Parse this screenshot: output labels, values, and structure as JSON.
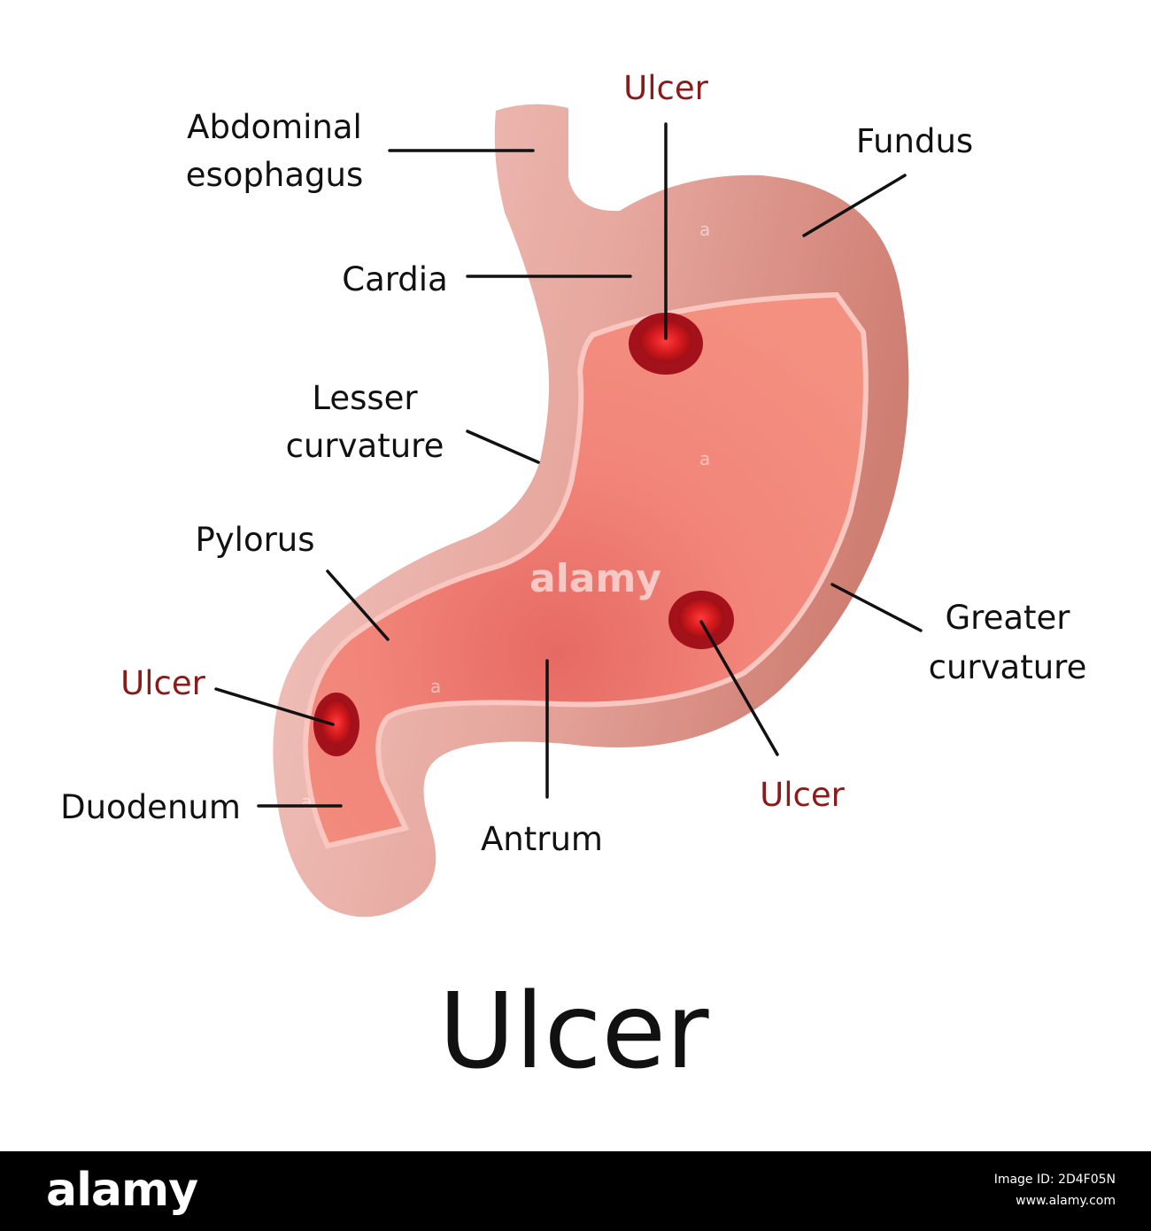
{
  "title": "Ulcer",
  "labels": {
    "abdominal_esophagus": [
      "Abdominal",
      "esophagus"
    ],
    "cardia": "Cardia",
    "fundus": "Fundus",
    "lesser_curvature": [
      "Lesser",
      "curvature"
    ],
    "greater_curvature": [
      "Greater",
      "curvature"
    ],
    "pylorus": "Pylorus",
    "duodenum": "Duodenum",
    "antrum": "Antrum",
    "ulcer_top": "Ulcer",
    "ulcer_left": "Ulcer",
    "ulcer_right": "Ulcer"
  },
  "watermark": "alamy",
  "footer": {
    "logo": "alamy",
    "image_id": "Image ID: 2D4F05N",
    "site": "www.alamy.com"
  },
  "colors": {
    "stomach_outer": "#e8aaa0",
    "stomach_inner": "#f08074",
    "ulcer": "#c4161c",
    "label_red": "#8b1a1a"
  }
}
